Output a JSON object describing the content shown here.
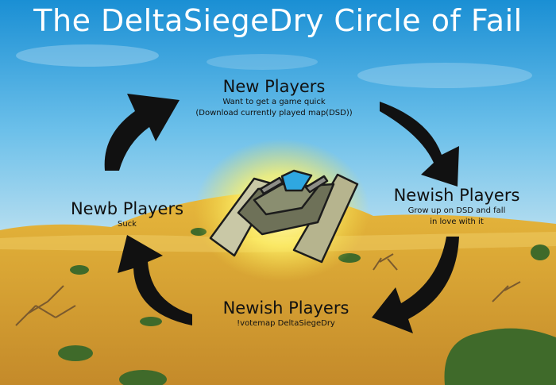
{
  "title": "The DeltaSiegeDry Circle of Fail",
  "nodes": {
    "top": {
      "name": "New Players",
      "desc_lines": [
        "Want to get a game quick",
        "(Download currently played map(DSD))"
      ]
    },
    "right": {
      "name": "Newish Players",
      "desc_lines": [
        "Grow up on DSD and fall",
        "in love with it"
      ]
    },
    "bottom": {
      "name": "Newish Players",
      "desc_lines": [
        "!votemap DeltaSiegeDry"
      ]
    },
    "left": {
      "name": "Newb Players",
      "desc_lines": [
        "Suck"
      ]
    }
  },
  "colors": {
    "sky": "#4fb3e6",
    "sand": "#d8a832",
    "arrow": "#111111",
    "glow": "#fff36a"
  },
  "icons": [
    "tank-illustration",
    "cycle-arrow"
  ]
}
